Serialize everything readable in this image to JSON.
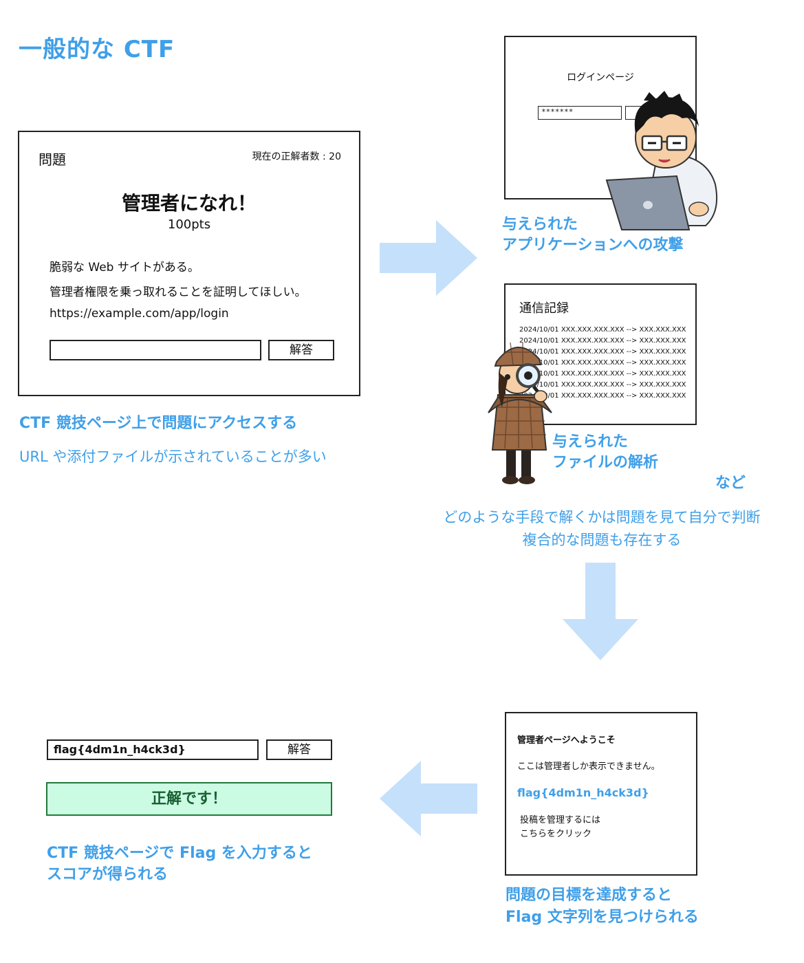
{
  "title": "一般的な CTF",
  "problem": {
    "heading": "問題",
    "solvers": "現在の正解者数 : 20",
    "name": "管理者になれ！",
    "points": "100pts",
    "desc1": "脆弱な Web サイトがある。",
    "desc2": "管理者権限を乗っ取れることを証明してほしい。",
    "url": "https://example.com/app/login",
    "submit": "解答"
  },
  "step1": {
    "caption_title": "CTF 競技ページ上で問題にアクセスする",
    "caption_sub": "URL や添付ファイルが示されていることが多い"
  },
  "login": {
    "title": "ログインページ",
    "password": "*******"
  },
  "attack_caption": [
    "与えられた",
    "アプリケーションへの攻撃"
  ],
  "traffic": {
    "title": "通信記録",
    "rows": [
      "2024/10/01 XXX.XXX.XXX.XXX  --> XXX.XXX.XXX",
      "2024/10/01 XXX.XXX.XXX.XXX  --> XXX.XXX.XXX",
      "2024/10/01 XXX.XXX.XXX.XXX  --> XXX.XXX.XXX",
      "2024/10/01 XXX.XXX.XXX.XXX  --> XXX.XXX.XXX",
      "2024/10/01 XXX.XXX.XXX.XXX  --> XXX.XXX.XXX",
      "2024/10/01 XXX.XXX.XXX.XXX  --> XXX.XXX.XXX",
      "2024/10/01 XXX.XXX.XXX.XXX  --> XXX.XXX.XXX"
    ]
  },
  "file_caption": [
    "与えられた",
    "ファイルの解析"
  ],
  "etc": "など",
  "judge": [
    "どのような手段で解くかは問題を見て自分で判断",
    "複合的な問題も存在する"
  ],
  "admin": {
    "title": "管理者ページへようこそ",
    "msg": "ここは管理者しか表示できません。",
    "flag": "flag{4dm1n_h4ck3d}",
    "post1": "投稿を管理するには",
    "post2": "こちらをクリック"
  },
  "goal_caption": [
    "問題の目標を達成すると",
    "Flag 文字列を見つけられる"
  ],
  "submit": {
    "value": "flag{4dm1n_h4ck3d}",
    "button": "解答",
    "result": "正解です！"
  },
  "score_caption": [
    "CTF 競技ページで Flag を入力すると",
    "スコアが得られる"
  ],
  "colors": {
    "accent": "#3f9fe8",
    "arrow": "#c5e0fb",
    "success_bg": "#ccfbe4",
    "success_border": "#1f7a3a"
  }
}
